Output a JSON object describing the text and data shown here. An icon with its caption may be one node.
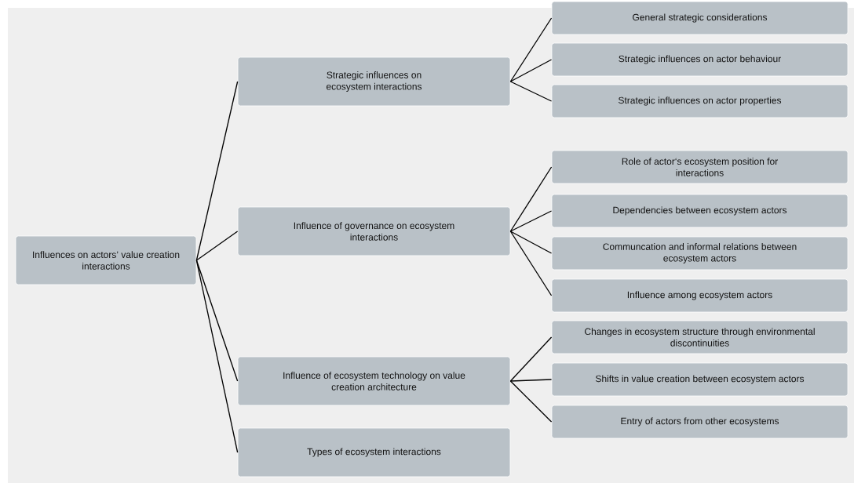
{
  "diagram": {
    "nodes": [
      {
        "text": [
          "Influences on actors’ value creation interactions"
        ]
      },
      {
        "text": [
          "Strategic influences on ecosystem interactions"
        ]
      },
      {
        "text": [
          "Influence of governance on ecosystem interactions"
        ]
      },
      {
        "text": [
          "Influence of ecosystem technology on value creation architecture"
        ]
      },
      {
        "text": [
          "Types of ecosystem interactions"
        ]
      },
      {
        "text": [
          "General strategic considerations"
        ]
      },
      {
        "text": [
          "Strategic influences on actor behaviour"
        ]
      },
      {
        "text": [
          "Strategic influences on actor properties"
        ]
      },
      {
        "text": [
          "Role of actor‘s ecosystem position for interactions"
        ]
      },
      {
        "text": [
          "Dependencies between ecosystem actors"
        ]
      },
      {
        "text": [
          "Communcation and informal relations between ecosystem actors"
        ]
      },
      {
        "text": [
          "Influence among ecosystem actors"
        ]
      },
      {
        "text": [
          "Changes in ecosystem structure through environmental discontinuities"
        ]
      },
      {
        "text": [
          "Shifts in value creation between ecosystem actors"
        ]
      },
      {
        "text": [
          "Entry of actors from other ecosystems"
        ]
      }
    ],
    "edges": [
      {
        "from": 0,
        "to": 1,
        "arrow": "none"
      },
      {
        "from": 0,
        "to": 2,
        "arrow": "none"
      },
      {
        "from": 0,
        "to": 3,
        "arrow": "none"
      },
      {
        "from": 0,
        "to": 4,
        "arrow": "none"
      },
      {
        "from": 1,
        "to": 5,
        "arrow": "none"
      },
      {
        "from": 1,
        "to": 6,
        "arrow": "none"
      },
      {
        "from": 1,
        "to": 7,
        "arrow": "none"
      },
      {
        "from": 2,
        "to": 8,
        "arrow": "none"
      },
      {
        "from": 2,
        "to": 9,
        "arrow": "none"
      },
      {
        "from": 2,
        "to": 10,
        "arrow": "none"
      },
      {
        "from": 2,
        "to": 11,
        "arrow": "none"
      },
      {
        "from": 3,
        "to": 12,
        "arrow": "none"
      },
      {
        "from": 3,
        "to": 13,
        "arrow": "none"
      },
      {
        "from": 3,
        "to": 14,
        "arrow": "none"
      }
    ]
  }
}
